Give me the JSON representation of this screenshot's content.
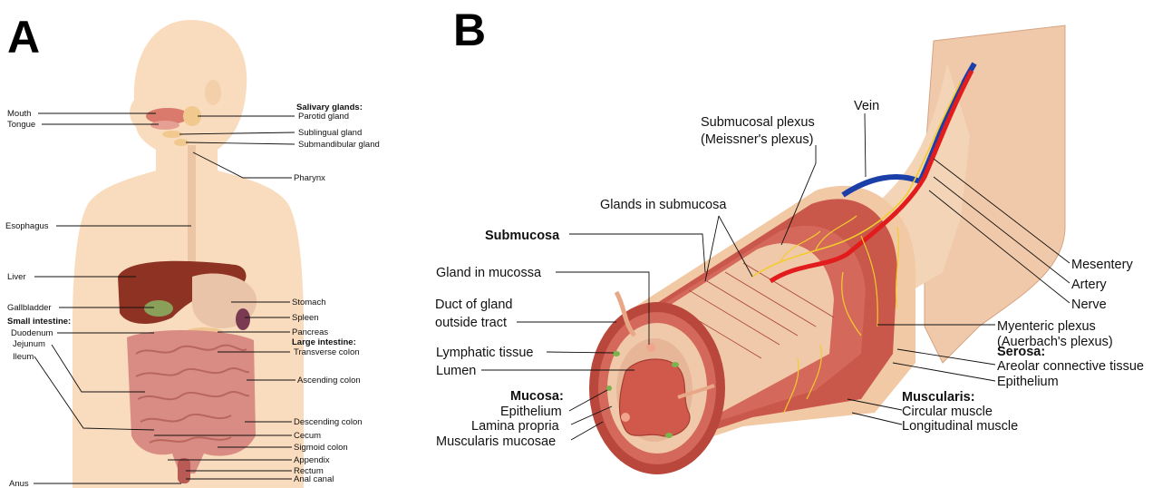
{
  "panel_a": {
    "letter": "A",
    "labels_left": {
      "mouth": "Mouth",
      "tongue": "Tongue",
      "esophagus": "Esophagus",
      "liver": "Liver",
      "gallbladder": "Gallbladder",
      "small_intestine_heading": "Small intestine:",
      "duodenum": "Duodenum",
      "jejunum": "Jejunum",
      "ileum": "Ileum",
      "anus": "Anus"
    },
    "labels_right": {
      "salivary_heading": "Salivary glands:",
      "parotid": "Parotid gland",
      "sublingual": "Sublingual gland",
      "submandibular": "Submandibular gland",
      "pharynx": "Pharynx",
      "stomach": "Stomach",
      "spleen": "Spleen",
      "pancreas": "Pancreas",
      "large_intestine_heading": "Large intestine:",
      "transverse_colon": "Transverse colon",
      "ascending_colon": "Ascending colon",
      "descending_colon": "Descending colon",
      "cecum": "Cecum",
      "sigmoid_colon": "Sigmoid colon",
      "appendix": "Appendix",
      "rectum": "Rectum",
      "anal_canal": "Anal canal"
    }
  },
  "panel_b": {
    "letter": "B",
    "labels": {
      "vein": "Vein",
      "submucosal_plexus_1": "Submucosal plexus",
      "submucosal_plexus_2": "(Meissner's plexus)",
      "glands_submucosa": "Glands in submucosa",
      "submucosa": "Submucosa",
      "gland_mucosa": "Gland in mucossa",
      "duct_1": "Duct of gland",
      "duct_2": "outside tract",
      "lymphatic": "Lymphatic tissue",
      "lumen": "Lumen",
      "mucosa_heading": "Mucosa:",
      "epithelium_left": "Epithelium",
      "lamina_propria": "Lamina propria",
      "muscularis_mucosae": "Muscularis mucosae",
      "mesentery": "Mesentery",
      "artery": "Artery",
      "nerve": "Nerve",
      "myenteric_1": "Myenteric plexus",
      "myenteric_2": "(Auerbach's plexus)",
      "serosa_heading": "Serosa:",
      "areolar": "Areolar connective tissue",
      "epithelium_right": "Epithelium",
      "muscularis_heading": "Muscularis:",
      "circular_muscle": "Circular muscle",
      "longitudinal_muscle": "Longitudinal muscle"
    }
  },
  "colors": {
    "skin": "#f9dcbd",
    "liver": "#8e3324",
    "gallbladder": "#8aa05a",
    "intestine": "#d98c84",
    "muscle": "#c9574a",
    "mesentery": "#f0c9aa",
    "artery": "#e21c1c",
    "vein": "#1b3fa8",
    "nerve": "#f2cc2c"
  }
}
